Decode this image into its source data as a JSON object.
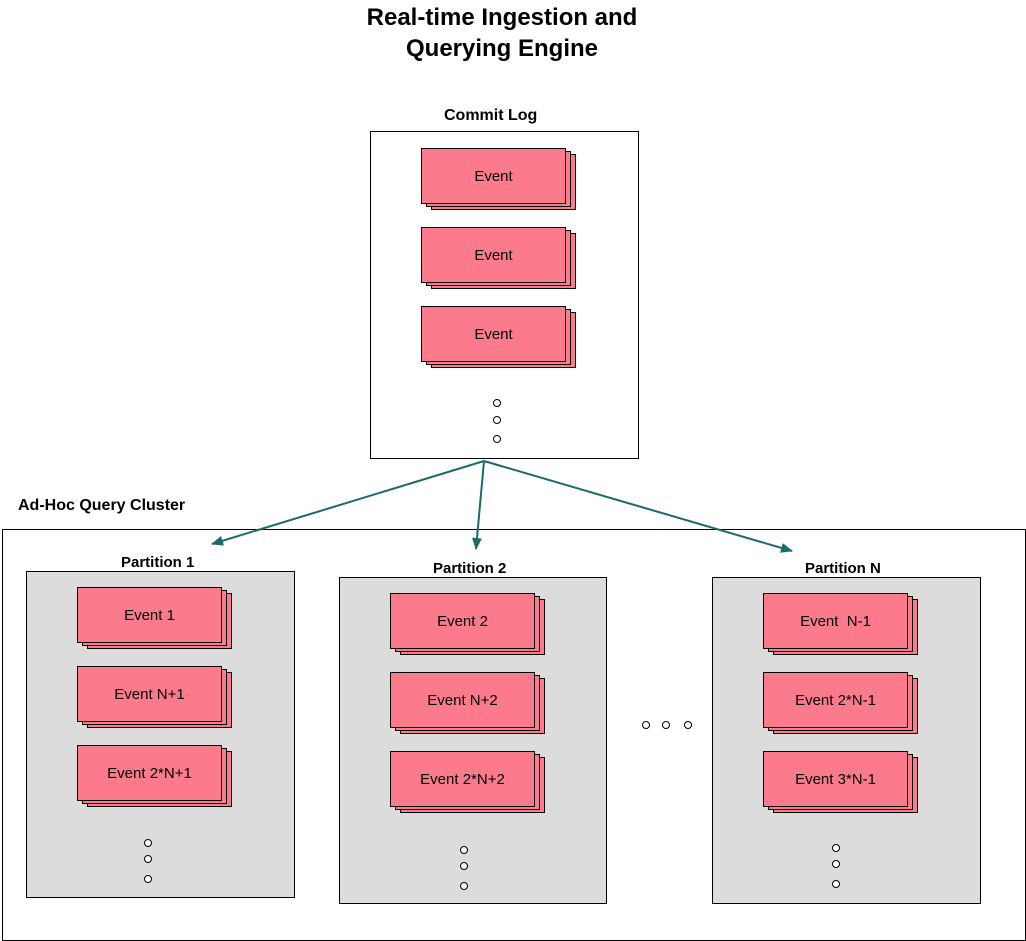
{
  "title": {
    "line1": "Real-time Ingestion and",
    "line2": "Querying Engine"
  },
  "commit_log": {
    "label": "Commit Log",
    "events": [
      "Event",
      "Event",
      "Event"
    ]
  },
  "cluster": {
    "label": "Ad-Hoc Query Cluster",
    "partitions": [
      {
        "label": "Partition 1",
        "events": [
          "Event 1",
          "Event N+1",
          "Event 2*N+1"
        ]
      },
      {
        "label": "Partition 2",
        "events": [
          "Event 2",
          "Event N+2",
          "Event 2*N+2"
        ]
      },
      {
        "label": "Partition N",
        "events": [
          "Event  N-1",
          "Event 2*N-1",
          "Event 3*N-1"
        ]
      }
    ]
  },
  "colors": {
    "event_fill": "#fb7b8d",
    "partition_fill": "#dcdcdc",
    "arrow": "#1d6a6a"
  }
}
